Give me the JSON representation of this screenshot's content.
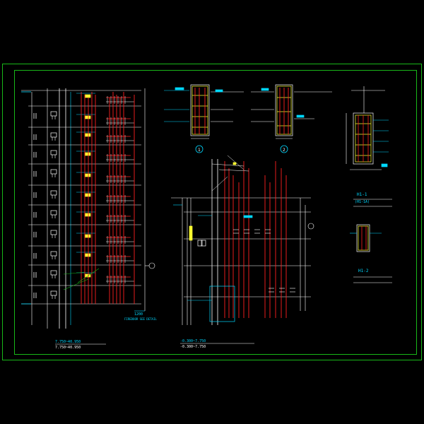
{
  "colors": {
    "background": "#000000",
    "frame": "#18b818",
    "white": "#ffffff",
    "red": "#ff2020",
    "cyan": "#00d8ff",
    "yellow": "#ffff30",
    "blue": "#3a64ff",
    "magenta": "#ff2aff"
  },
  "drawing": {
    "left_elevation": {
      "caption_line1": "7.750~40.950",
      "caption_line2": "7.750~40.950",
      "tag_right": "1200",
      "tag_right_sub": "FIREDOOR SEE DETAIL"
    },
    "detail_1": {
      "number": "1"
    },
    "detail_2": {
      "number": "2"
    },
    "section_right": {
      "label_a": "H1-1",
      "label_a_alt": "(H1-1A)",
      "label_b": "H1-2"
    },
    "center_elevation": {
      "caption_line1": "-0.300~7.750",
      "caption_line2": "-0.300~7.750"
    }
  }
}
